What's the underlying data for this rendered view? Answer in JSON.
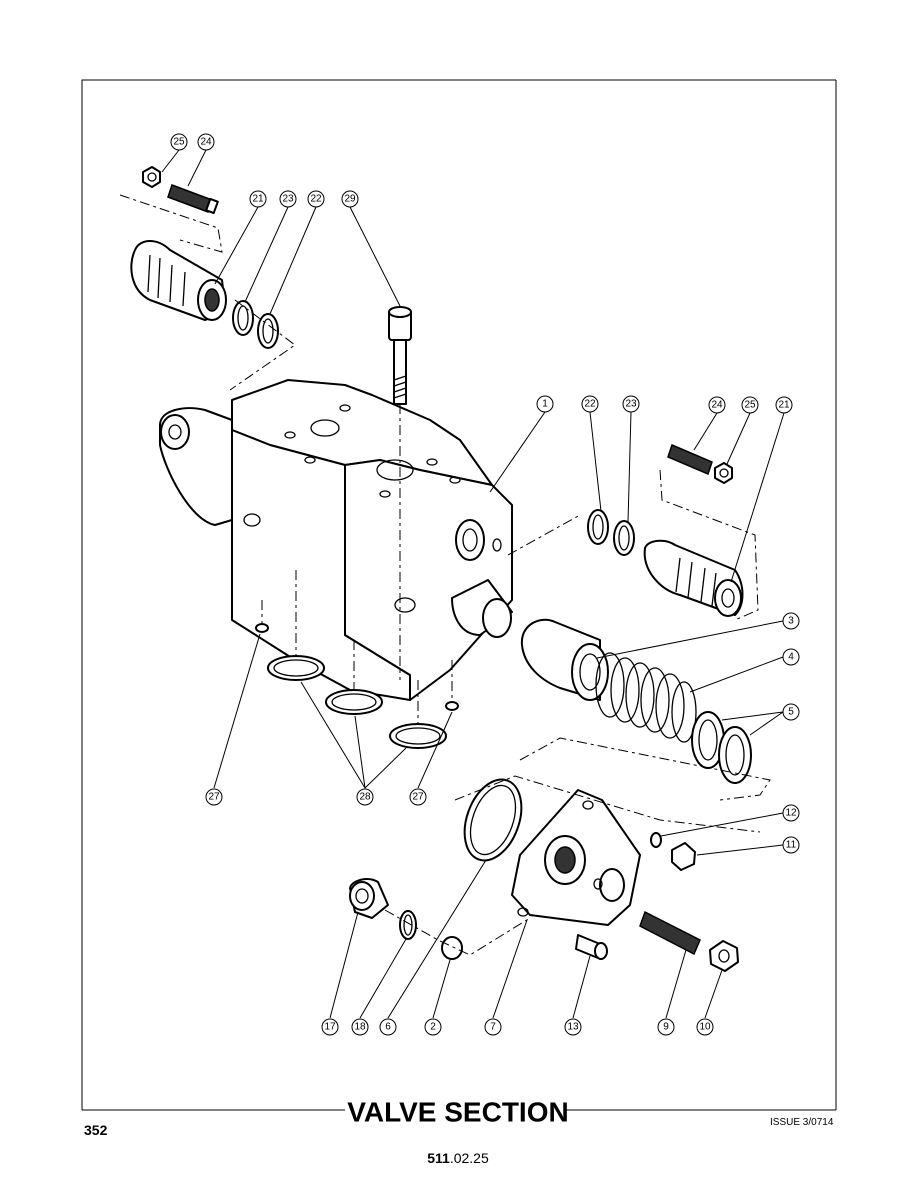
{
  "title": "VALVE SECTION",
  "page_number": "352",
  "issue": "ISSUE 3/0714",
  "doc_code": {
    "bold_part": "511",
    "rest": ".02.25"
  },
  "callouts": [
    {
      "label": "25"
    },
    {
      "label": "24"
    },
    {
      "label": "21"
    },
    {
      "label": "23"
    },
    {
      "label": "22"
    },
    {
      "label": "29"
    },
    {
      "label": "1"
    },
    {
      "label": "22"
    },
    {
      "label": "23"
    },
    {
      "label": "24"
    },
    {
      "label": "25"
    },
    {
      "label": "21"
    },
    {
      "label": "3"
    },
    {
      "label": "4"
    },
    {
      "label": "5"
    },
    {
      "label": "27"
    },
    {
      "label": "28"
    },
    {
      "label": "27"
    },
    {
      "label": "12"
    },
    {
      "label": "11"
    },
    {
      "label": "17"
    },
    {
      "label": "18"
    },
    {
      "label": "6"
    },
    {
      "label": "2"
    },
    {
      "label": "7"
    },
    {
      "label": "13"
    },
    {
      "label": "9"
    },
    {
      "label": "10"
    }
  ]
}
